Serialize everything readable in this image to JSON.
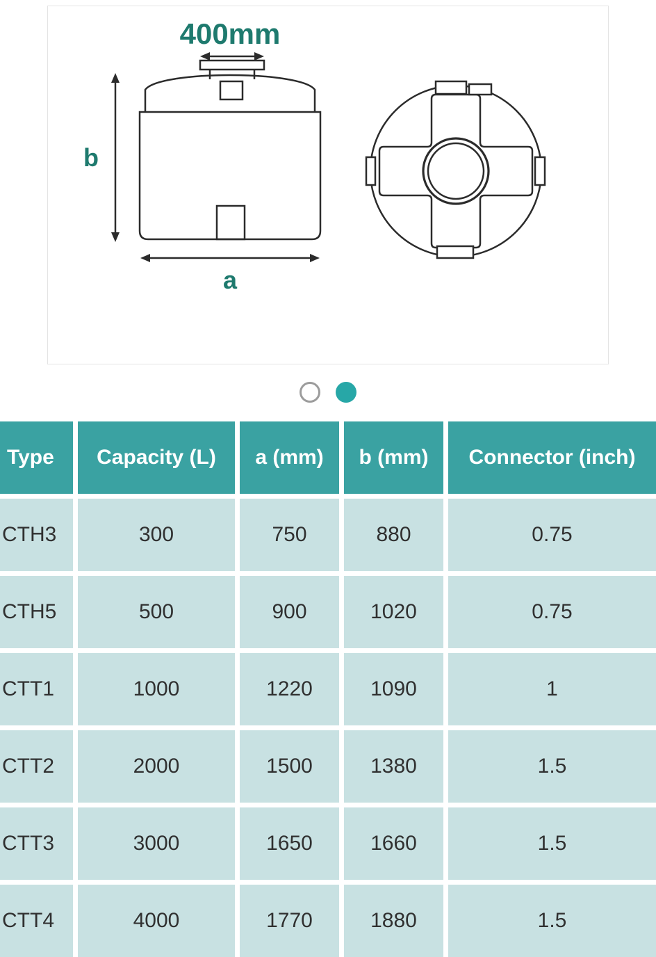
{
  "diagram": {
    "top_dimension_label": "400mm",
    "height_label": "b",
    "width_label": "a"
  },
  "carousel": {
    "dot_count": 2,
    "active_index": 1
  },
  "table": {
    "headers": [
      "Type",
      "Capacity (L)",
      "a (mm)",
      "b (mm)",
      "Connector (inch)"
    ],
    "rows": [
      [
        "CTH3",
        "300",
        "750",
        "880",
        "0.75"
      ],
      [
        "CTH5",
        "500",
        "900",
        "1020",
        "0.75"
      ],
      [
        "CTT1",
        "1000",
        "1220",
        "1090",
        "1"
      ],
      [
        "CTT2",
        "2000",
        "1500",
        "1380",
        "1.5"
      ],
      [
        "CTT3",
        "3000",
        "1650",
        "1660",
        "1.5"
      ],
      [
        "CTT4",
        "4000",
        "1770",
        "1880",
        "1.5"
      ]
    ]
  },
  "colors": {
    "teal-header": "#3aa2a2",
    "row-bg": "#c8e1e2",
    "header-text": "#ffffff",
    "body-text": "#303030",
    "accent-diagram": "#1e7a6e",
    "dot-active": "#27a7a7",
    "dot-inactive-border": "#9c9c9c",
    "line-color": "#2b2b2b"
  }
}
